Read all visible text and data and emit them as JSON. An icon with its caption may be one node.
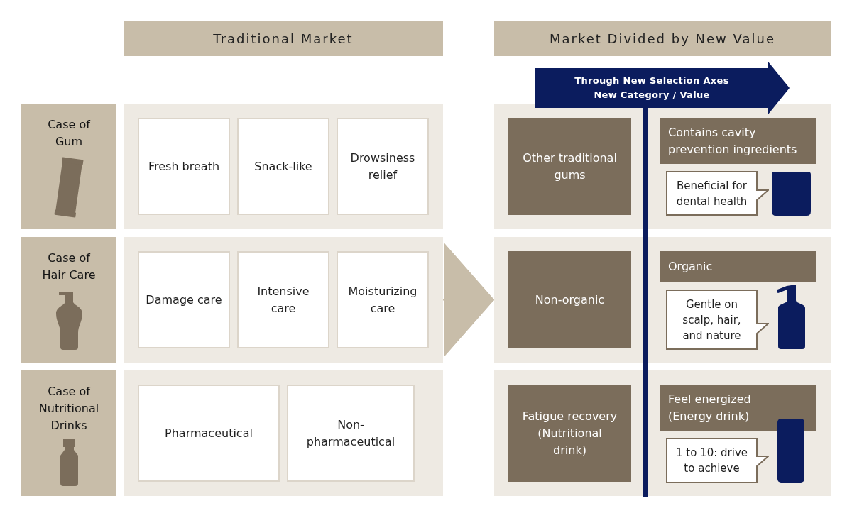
{
  "diagram": {
    "nodes": [
      {
        "text": [
          "Traditional Market"
        ]
      },
      {
        "text": [
          "Market Divided by New Value"
        ]
      },
      {
        "text": [
          "Through New Selection Axes New Category / Value"
        ]
      },
      {
        "text": [
          "Case of Gum"
        ]
      },
      {
        "text": [],
        "shape": "box"
      },
      {
        "text": [
          "Fresh breath"
        ],
        "in": 4
      },
      {
        "text": [
          "Snack-like"
        ],
        "in": 4
      },
      {
        "text": [
          "Drowsiness relief"
        ],
        "in": 4
      },
      {
        "text": [],
        "shape": "box"
      },
      {
        "text": [
          "Other traditional gums"
        ],
        "in": 8
      },
      {
        "text": [
          "Contains cavity prevention ingredients"
        ],
        "in": 8
      },
      {
        "text": [
          "Beneficial for dental health"
        ],
        "in": 8
      },
      {
        "text": [
          "Case of Hair Care"
        ]
      },
      {
        "text": [],
        "shape": "box"
      },
      {
        "text": [
          "Damage care"
        ],
        "in": 13
      },
      {
        "text": [
          "Intensive care"
        ],
        "in": 13
      },
      {
        "text": [
          "Moisturizing care"
        ],
        "in": 13
      },
      {
        "text": [],
        "shape": "box"
      },
      {
        "text": [
          "Non-organic"
        ],
        "in": 17
      },
      {
        "text": [
          "Organic"
        ],
        "in": 17
      },
      {
        "text": [
          "Gentle on scalp, hair, and nature"
        ],
        "in": 17
      },
      {
        "text": [
          "Case of Nutritional Drinks"
        ]
      },
      {
        "text": [],
        "shape": "box"
      },
      {
        "text": [
          "Pharmaceutical"
        ],
        "in": 22
      },
      {
        "text": [
          "Non-pharmaceutical"
        ],
        "in": 22
      },
      {
        "text": [],
        "shape": "box"
      },
      {
        "text": [
          "Fatigue recovery (Nutritional drink)"
        ],
        "in": 25
      },
      {
        "text": [
          "Feel energized (Energy drink)"
        ],
        "in": 25
      },
      {
        "text": [
          "1 to 10: drive to achieve"
        ],
        "in": 25
      }
    ],
    "edges": [
      {
        "from": 13,
        "to": 17,
        "arrow": "to"
      }
    ]
  }
}
